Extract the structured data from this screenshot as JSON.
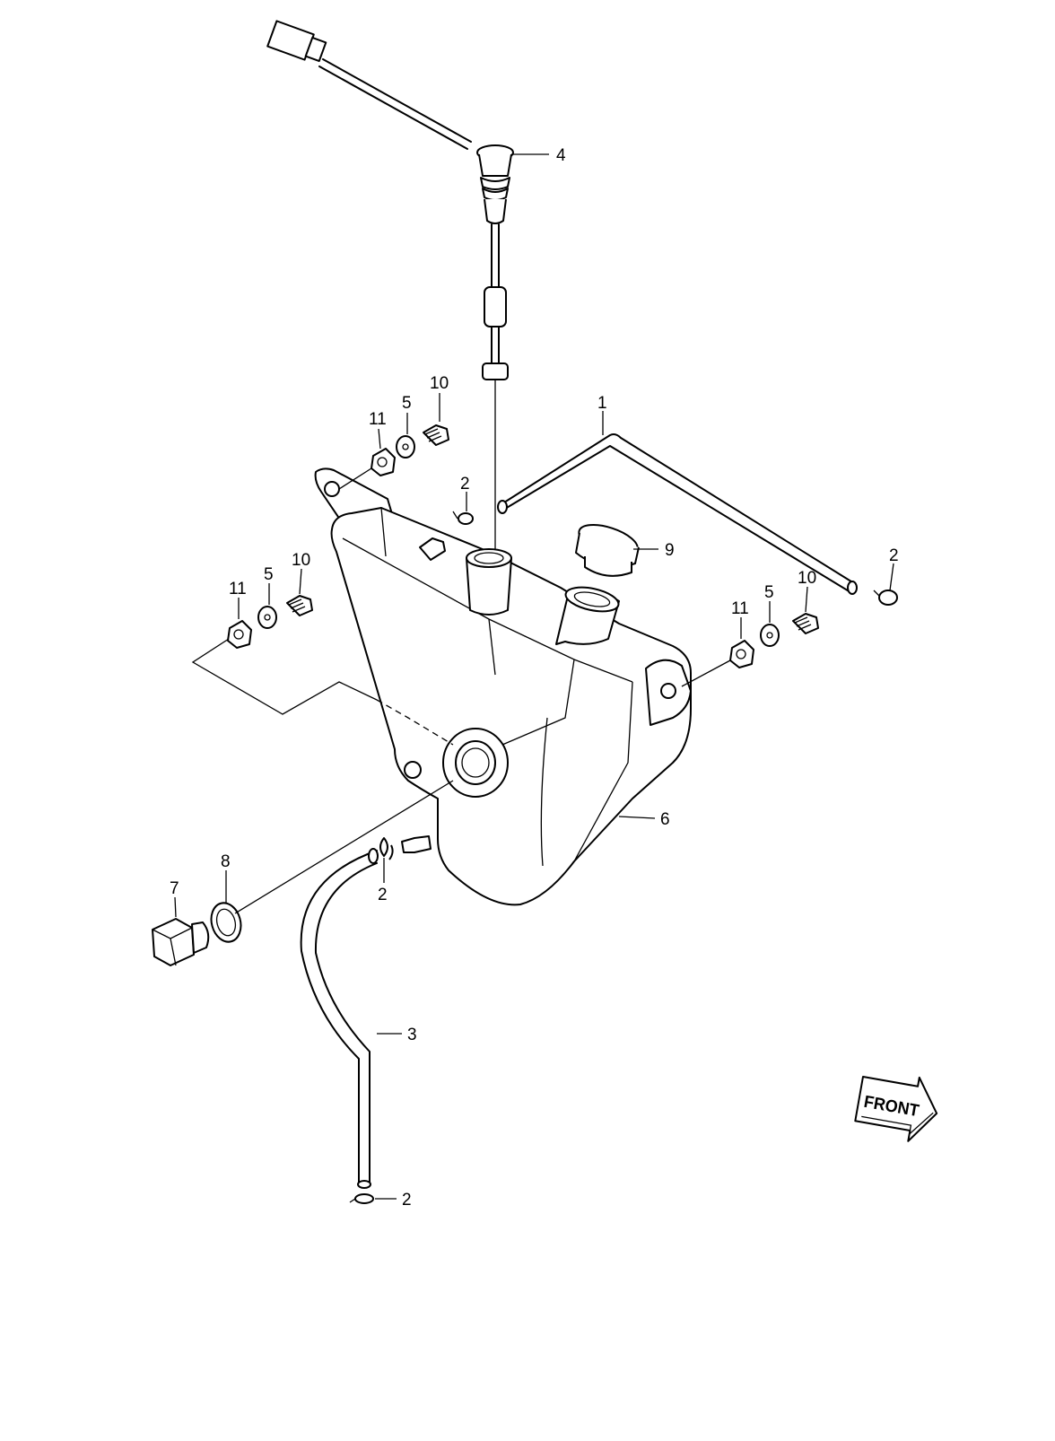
{
  "callouts": {
    "c1": "1",
    "c2": "2",
    "c3": "3",
    "c4": "4",
    "c5": "5",
    "c6": "6",
    "c7": "7",
    "c8": "8",
    "c9": "9",
    "c10": "10",
    "c11": "11"
  },
  "direction_badge": {
    "label": "FRONT"
  }
}
